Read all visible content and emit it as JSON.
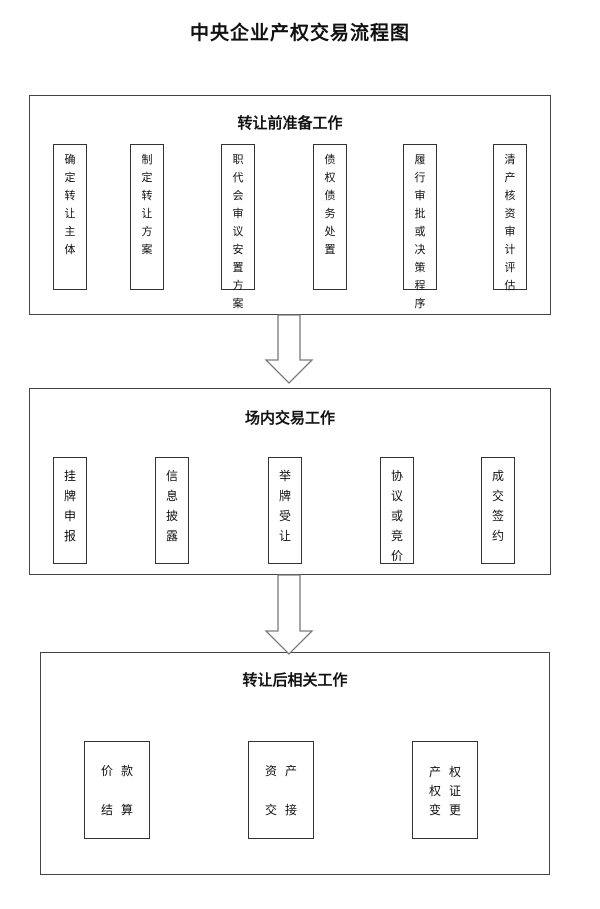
{
  "title": "中央企业产权交易流程图",
  "sections": [
    {
      "title": "转让前准备工作",
      "steps": [
        {
          "label": "确定转让主体"
        },
        {
          "label": "制定转让方案"
        },
        {
          "label": "职代会审议安置方案"
        },
        {
          "label": "债权债务处置"
        },
        {
          "label": "履行审批或决策程序"
        },
        {
          "label": "清产核资审计评估"
        }
      ]
    },
    {
      "title": "场内交易工作",
      "steps": [
        {
          "label": "挂牌申报"
        },
        {
          "label": "信息披露"
        },
        {
          "label": "举牌受让"
        },
        {
          "label": "协议或竞价"
        },
        {
          "label": "成交签约"
        }
      ]
    },
    {
      "title": "转让后相关工作",
      "steps": [
        {
          "label": "价款结算",
          "rows": [
            "价款",
            "结算"
          ]
        },
        {
          "label": "资产交接",
          "rows": [
            "资产",
            "交接"
          ]
        },
        {
          "label": "产权权证变更",
          "rows": [
            "产权",
            "权证",
            "变更"
          ]
        }
      ]
    }
  ]
}
